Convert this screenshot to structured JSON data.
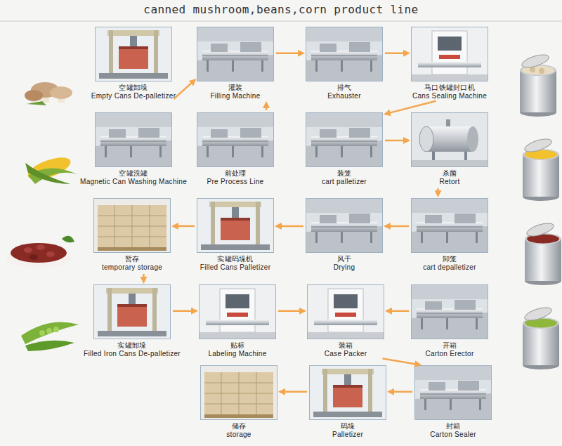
{
  "diagram": {
    "title": "canned mushroom,beans,corn product line",
    "nodes": [
      {
        "text": [
          "空罐卸垛",
          "Empty Cans De-palletizer"
        ]
      },
      {
        "text": [
          "灌装",
          "Filling Machine"
        ]
      },
      {
        "text": [
          "排气",
          "Exhauster"
        ]
      },
      {
        "text": [
          "马口铁罐封口机",
          "Cans Sealing Machine"
        ]
      },
      {
        "text": [
          "空罐洗罐",
          "Magnetic Can Washing Machine"
        ]
      },
      {
        "text": [
          "前处理",
          "Pre Process Line"
        ]
      },
      {
        "text": [
          "装笼",
          "cart palletizer"
        ]
      },
      {
        "text": [
          "杀菌",
          "Retort"
        ]
      },
      {
        "text": [
          "暂存",
          "temporary storage"
        ]
      },
      {
        "text": [
          "实罐码垛机",
          "Filled Cans Palletizer"
        ]
      },
      {
        "text": [
          "风干",
          "Drying"
        ]
      },
      {
        "text": [
          "卸笼",
          "cart depalletizer"
        ]
      },
      {
        "text": [
          "实罐卸垛",
          "Filled Iron Cans De-palletizer"
        ]
      },
      {
        "text": [
          "贴标",
          "Labeling Machine"
        ]
      },
      {
        "text": [
          "装箱",
          "Case Packer"
        ]
      },
      {
        "text": [
          "开箱",
          "Carton Erector"
        ]
      },
      {
        "text": [
          "储存",
          "storage"
        ]
      },
      {
        "text": [
          "码垛",
          "Palletizer"
        ]
      },
      {
        "text": [
          "封箱",
          "Carton Sealer"
        ]
      }
    ],
    "edges": [
      {
        "from": 0,
        "to": 1,
        "arrow": "to"
      },
      {
        "from": 5,
        "to": 1,
        "arrow": "to"
      },
      {
        "from": 1,
        "to": 2,
        "arrow": "to"
      },
      {
        "from": 2,
        "to": 3,
        "arrow": "to"
      },
      {
        "from": 3,
        "to": 6,
        "arrow": "to"
      },
      {
        "from": 6,
        "to": 7,
        "arrow": "to"
      },
      {
        "from": 7,
        "to": 11,
        "arrow": "to"
      },
      {
        "from": 11,
        "to": 10,
        "arrow": "to"
      },
      {
        "from": 10,
        "to": 9,
        "arrow": "to"
      },
      {
        "from": 9,
        "to": 8,
        "arrow": "to"
      },
      {
        "from": 8,
        "to": 12,
        "arrow": "to"
      },
      {
        "from": 12,
        "to": 13,
        "arrow": "to"
      },
      {
        "from": 13,
        "to": 14,
        "arrow": "to"
      },
      {
        "from": 15,
        "to": 14,
        "arrow": "to"
      },
      {
        "from": 14,
        "to": 18,
        "arrow": "to"
      },
      {
        "from": 18,
        "to": 17,
        "arrow": "to"
      },
      {
        "from": 17,
        "to": 16,
        "arrow": "to"
      }
    ]
  }
}
